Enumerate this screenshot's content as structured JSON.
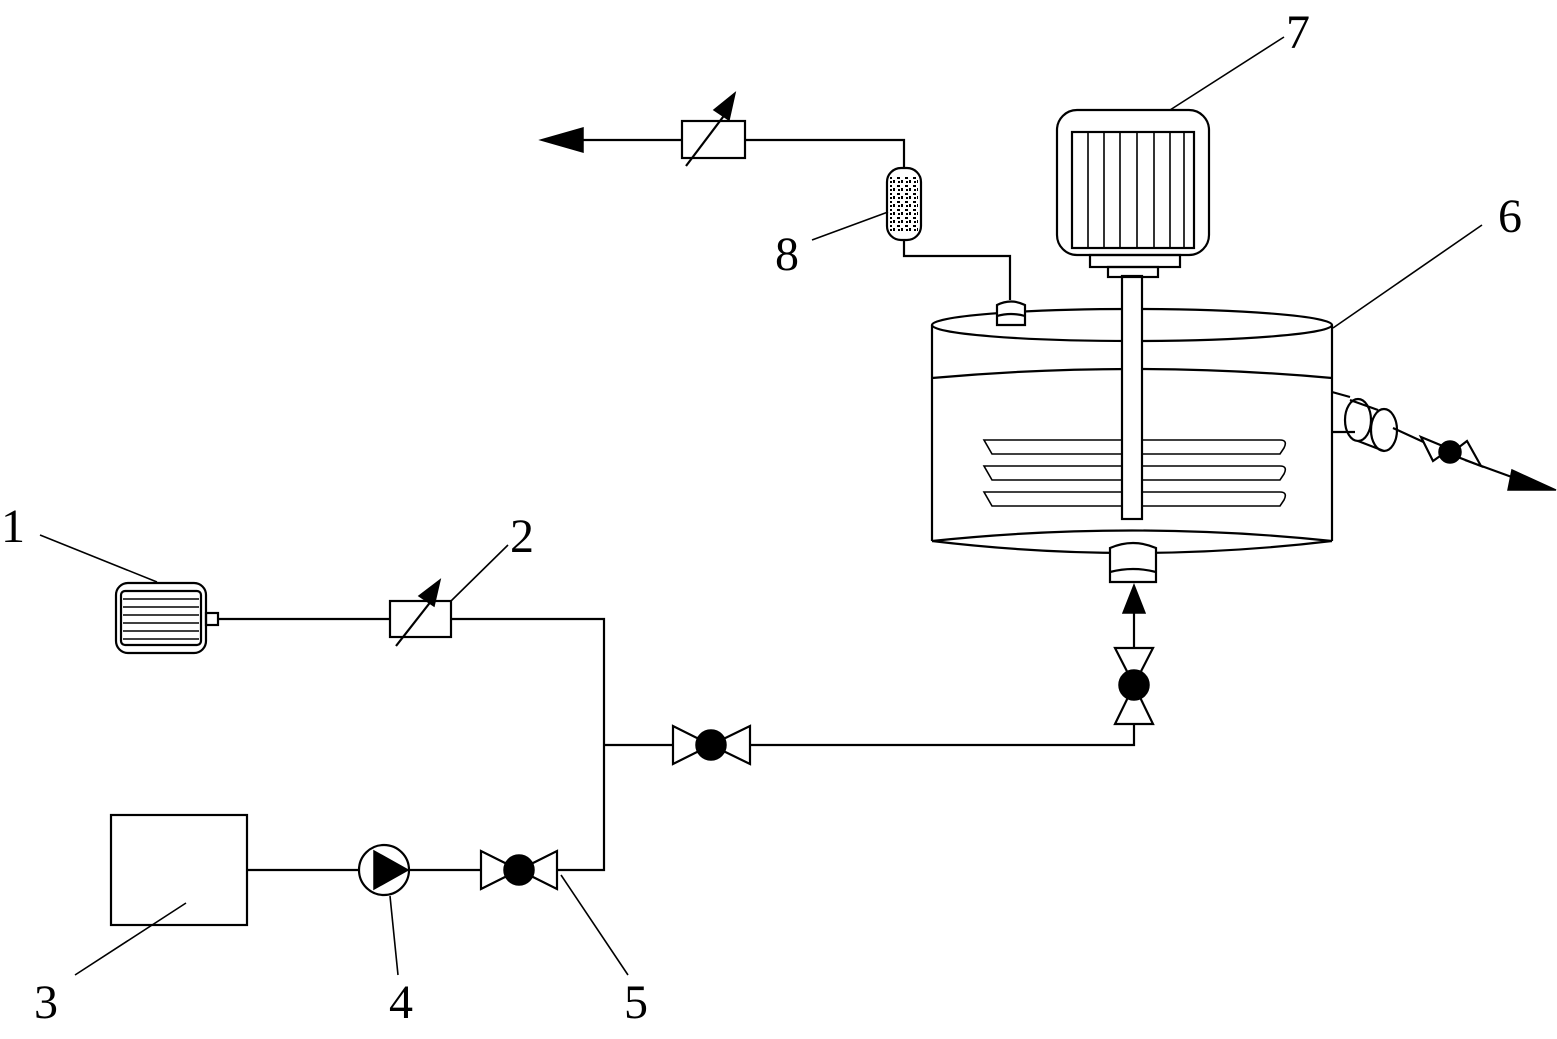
{
  "labels": {
    "l1": "1",
    "l2": "2",
    "l3": "3",
    "l4": "4",
    "l5": "5",
    "l6": "6",
    "l7": "7",
    "l8": "8"
  },
  "icons": {
    "gas_source": "motor-icon",
    "flow_meter": "adjustable-flowmeter-icon",
    "liquid_tank": "tank-box-icon",
    "pump": "pump-icon",
    "valve": "globe-valve-icon",
    "reactor": "stirred-vessel-icon",
    "stirrer_motor": "motor-icon",
    "filter": "filter-cartridge-icon"
  }
}
